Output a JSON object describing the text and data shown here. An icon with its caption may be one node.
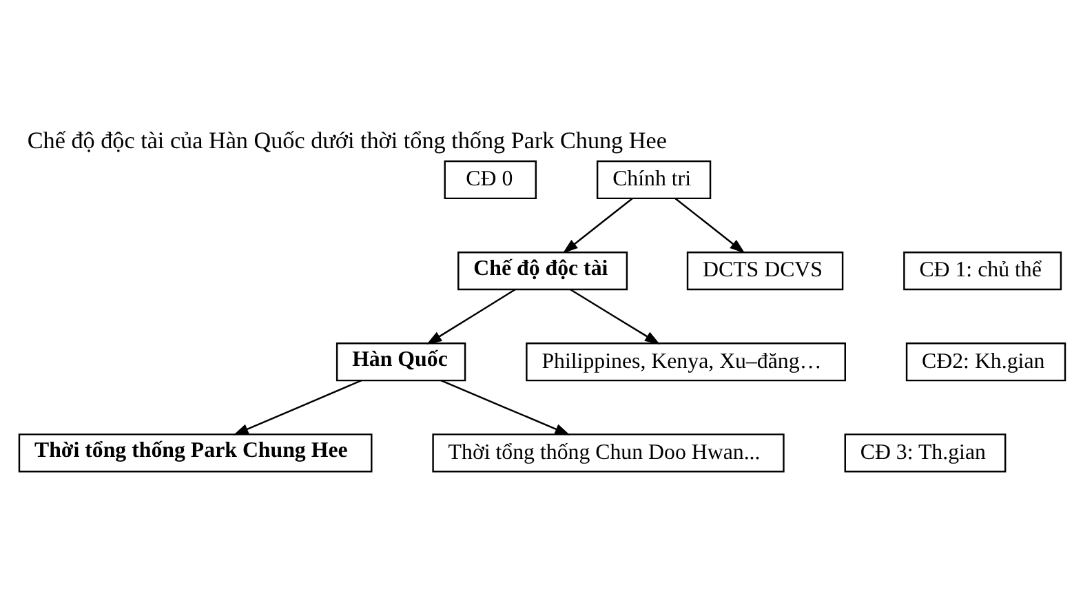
{
  "diagram": {
    "title": "Chế độ độc tài của Hàn Quốc dưới thời tổng thống Park Chung Hee",
    "nodes": [
      {
        "text": [
          "CĐ 0"
        ]
      },
      {
        "text": [
          "Chính tri"
        ]
      },
      {
        "text": [
          "CĐ 1: chủ thể"
        ]
      },
      {
        "text": [
          "Chế độ độc tài"
        ]
      },
      {
        "text": [
          "DCTS DCVS"
        ]
      },
      {
        "text": [
          "CĐ2: Kh.gian"
        ]
      },
      {
        "text": [
          "Hàn Quốc"
        ]
      },
      {
        "text": [
          "Philippines, Kenya, Xu–đăng…"
        ]
      },
      {
        "text": [
          "CĐ 3: Th.gian"
        ]
      },
      {
        "text": [
          "Thời tổng thống Park Chung Hee"
        ]
      },
      {
        "text": [
          "Thời tổng thống Chun Doo Hwan..."
        ]
      }
    ],
    "edges": [
      {
        "from": 1,
        "to": 3,
        "arrow": "to"
      },
      {
        "from": 1,
        "to": 4,
        "arrow": "to"
      },
      {
        "from": 3,
        "to": 6,
        "arrow": "to"
      },
      {
        "from": 3,
        "to": 7,
        "arrow": "to"
      },
      {
        "from": 6,
        "to": 9,
        "arrow": "to"
      },
      {
        "from": 6,
        "to": 10,
        "arrow": "to"
      }
    ]
  }
}
